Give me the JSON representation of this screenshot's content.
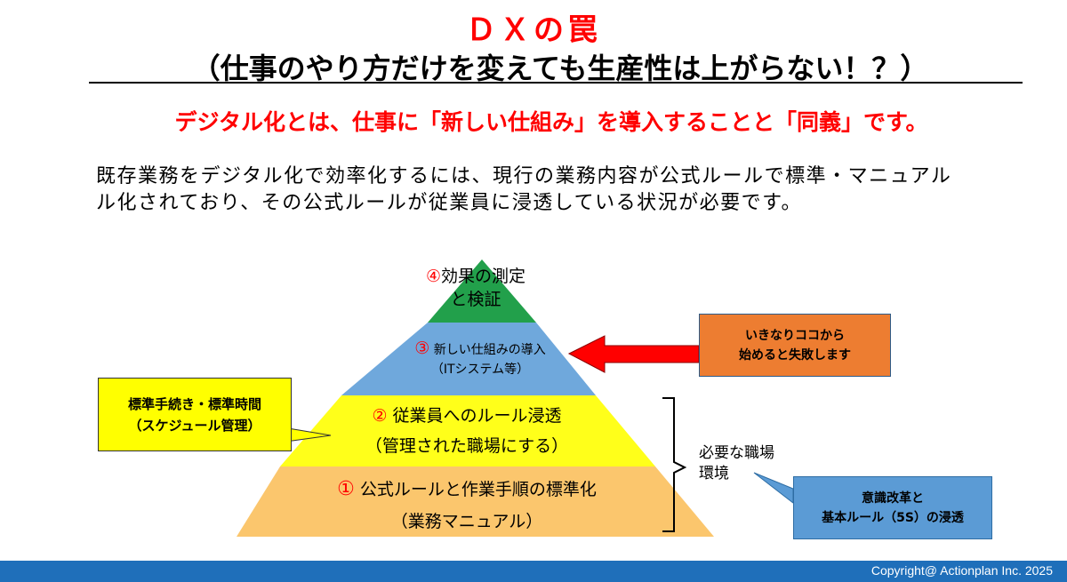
{
  "header": {
    "title": "ＤＸの罠",
    "subtitle": "（仕事のやり方だけを変えても生産性は上がらない！？）"
  },
  "headline": "デジタル化とは、仕事に「新しい仕組み」を導入することと「同義」です。",
  "body": {
    "line1": "既存業務をデジタル化で効率化するには、現行の業務内容が公式ルールで標準・マニュアル",
    "line2": "ル化されており、その公式ルールが従業員に浸透している状況が必要です。"
  },
  "pyramid": {
    "levels": [
      {
        "number": "①",
        "line1": "公式ルールと作業手順の標準化",
        "line2": "（業務マニュアル）",
        "color": "#fbc66d"
      },
      {
        "number": "②",
        "line1": "従業員へのルール浸透",
        "line2": "（管理された職場にする）",
        "color": "#ffff1a"
      },
      {
        "number": "③",
        "line1": "新しい仕組みの導入",
        "line2": "（ITシステム等）",
        "color": "#6fa8dc"
      },
      {
        "number": "④",
        "line1": "効果の測定",
        "line2": "と検証",
        "color": "#22a04b"
      }
    ]
  },
  "callouts": {
    "standard": {
      "line1": "標準手続き・標準時間",
      "line2": "（スケジュール管理）",
      "bg": "#ffff00"
    },
    "warning": {
      "line1": "いきなりココから",
      "line2": "始めると失敗します",
      "bg": "#ed7d31"
    },
    "awareness": {
      "line1": "意識改革と",
      "line2": "基本ルール（5S）の浸透",
      "bg": "#5b9bd5"
    }
  },
  "brace_label": {
    "line1": "必要な職場",
    "line2": "環境"
  },
  "footer": {
    "copyright": "Copyright@ Actionplan Inc. 2025"
  }
}
